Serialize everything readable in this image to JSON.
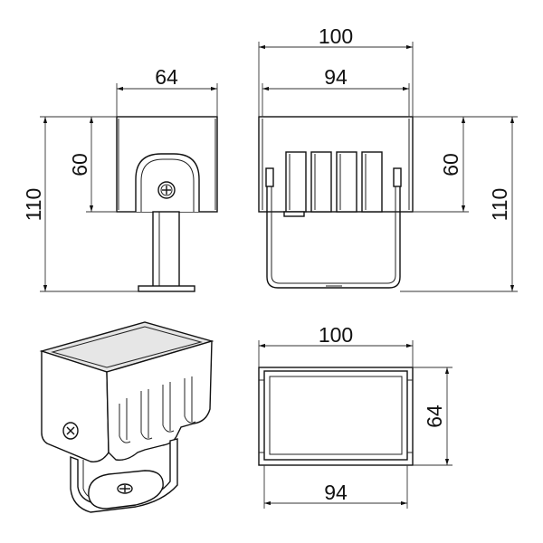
{
  "dimensions": {
    "front_width": "64",
    "front_inner_height": "60",
    "front_total_height": "110",
    "side_outer_width": "100",
    "side_inner_width": "94",
    "side_inner_height": "60",
    "side_total_height": "110",
    "top_outer_width": "100",
    "top_depth": "64",
    "top_inner_width": "94"
  },
  "colors": {
    "line": "#111111",
    "face_fill": "#e6e6e6",
    "background": "#ffffff"
  }
}
